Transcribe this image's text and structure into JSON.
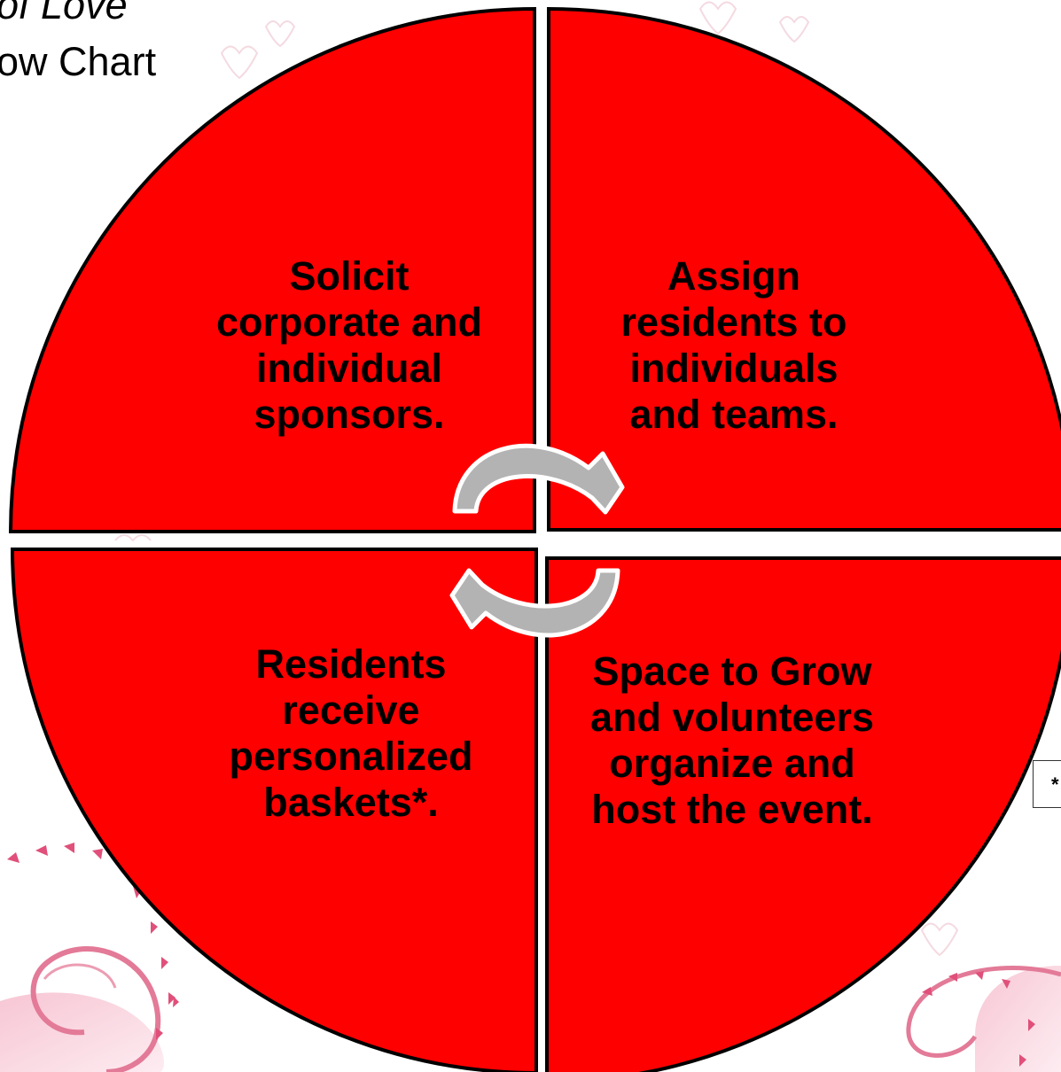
{
  "title": {
    "line1": "of Love",
    "line2": "ow Chart"
  },
  "quadrants": {
    "top_left": "Solicit\ncorporate and\nindividual\nsponsors.",
    "top_right": "Assign\nresidents to\nindividuals\nand teams.",
    "bottom_left": "Residents\nreceive\npersonalized\nbaskets*.",
    "bottom_right": "Space to Grow\nand volunteers\norganize and\nhost the event."
  },
  "footnote_marker": "*",
  "colors": {
    "quadrant_fill": "#ff0000",
    "quadrant_stroke": "#000000",
    "arrow_fill": "#b3b3b3",
    "decoration": "#e0507a",
    "decoration_light": "#f6d3dd"
  },
  "icons": [
    "cycle-arrow-top-icon",
    "cycle-arrow-bottom-icon",
    "swirl-decoration-icon",
    "heart-decoration-icon"
  ]
}
